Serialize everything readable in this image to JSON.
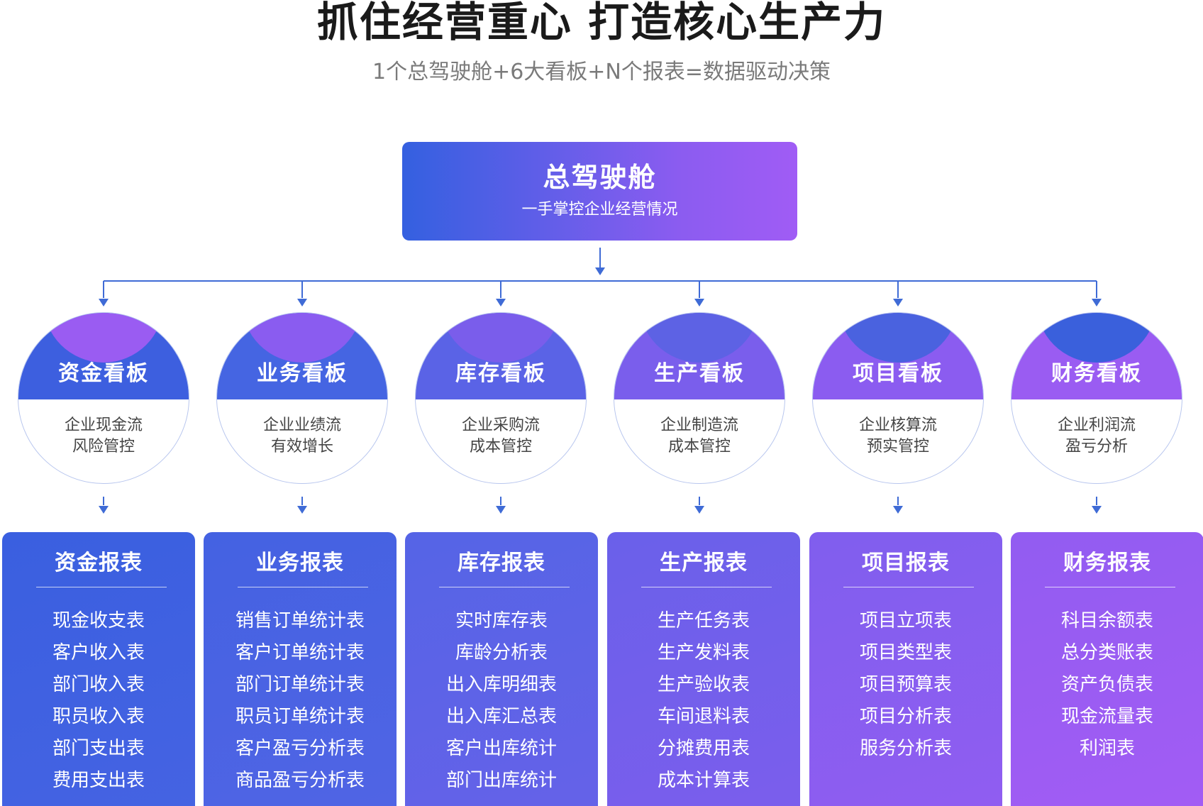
{
  "header": {
    "title": "抓住经营重心 打造核心生产力",
    "subtitle": "1个总驾驶舱+6大看板+N个报表=数据驱动决策"
  },
  "cockpit": {
    "title": "总驾驶舱",
    "subtitle": "一手掌控企业经营情况"
  },
  "colors": {
    "primary_blue": "#3460e0",
    "primary_purple": "#a05cf5",
    "connector": "#3f6bd6"
  },
  "boards": [
    {
      "name": "资金看板",
      "line1": "企业现金流",
      "line2": "风险管控"
    },
    {
      "name": "业务看板",
      "line1": "企业业绩流",
      "line2": "有效增长"
    },
    {
      "name": "库存看板",
      "line1": "企业采购流",
      "line2": "成本管控"
    },
    {
      "name": "生产看板",
      "line1": "企业制造流",
      "line2": "成本管控"
    },
    {
      "name": "项目看板",
      "line1": "企业核算流",
      "line2": "预实管控"
    },
    {
      "name": "财务看板",
      "line1": "企业利润流",
      "line2": "盈亏分析"
    }
  ],
  "reports": [
    {
      "title": "资金报表",
      "items": [
        "现金收支表",
        "客户收入表",
        "部门收入表",
        "职员收入表",
        "部门支出表",
        "费用支出表"
      ]
    },
    {
      "title": "业务报表",
      "items": [
        "销售订单统计表",
        "客户订单统计表",
        "部门订单统计表",
        "职员订单统计表",
        "客户盈亏分析表",
        "商品盈亏分析表"
      ]
    },
    {
      "title": "库存报表",
      "items": [
        "实时库存表",
        "库龄分析表",
        "出入库明细表",
        "出入库汇总表",
        "客户出库统计",
        "部门出库统计"
      ]
    },
    {
      "title": "生产报表",
      "items": [
        "生产任务表",
        "生产发料表",
        "生产验收表",
        "车间退料表",
        "分摊费用表",
        "成本计算表"
      ]
    },
    {
      "title": "项目报表",
      "items": [
        "项目立项表",
        "项目类型表",
        "项目预算表",
        "项目分析表",
        "服务分析表"
      ]
    },
    {
      "title": "财务报表",
      "items": [
        "科目余额表",
        "总分类账表",
        "资产负债表",
        "现金流量表",
        "利润表"
      ]
    }
  ]
}
